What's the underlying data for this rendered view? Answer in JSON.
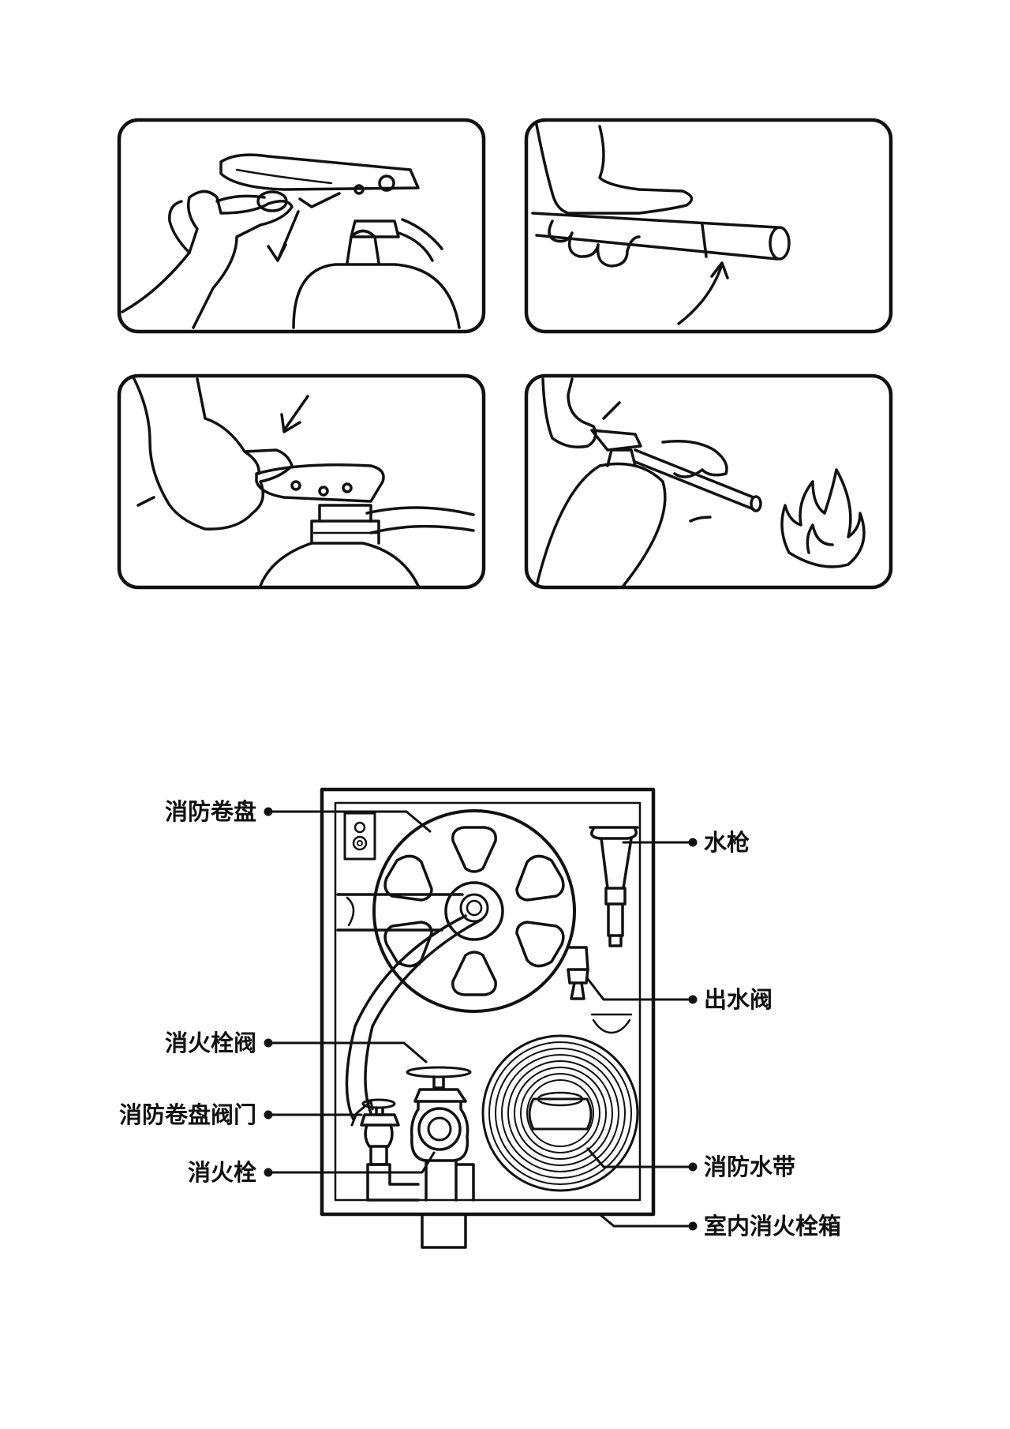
{
  "labels": {
    "hose_reel": "消防卷盘",
    "nozzle": "水枪",
    "outlet_valve": "出水阀",
    "hydrant_valve": "消火栓阀",
    "reel_valve": "消防卷盘阀门",
    "hydrant": "消火栓",
    "fire_hose": "消防水带",
    "cabinet": "室内消火栓箱"
  }
}
